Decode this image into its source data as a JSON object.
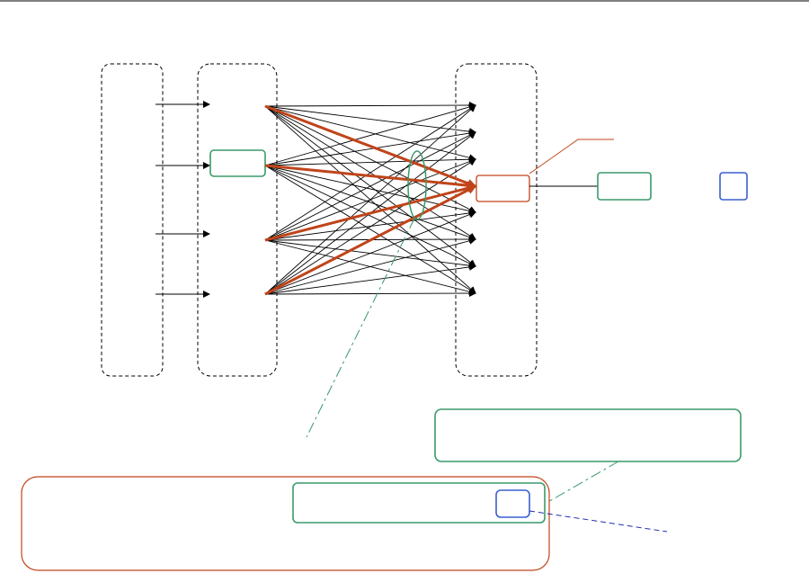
{
  "colors": {
    "accent": "#c0441a",
    "green": "#3a9a6a",
    "blue": "#3a5fd0",
    "dashed_group": "#000000"
  },
  "diagram": {
    "kind": "neural-network-style connection graph",
    "layers": [
      {
        "id": "input-column",
        "nodes": 4
      },
      {
        "id": "hidden-column",
        "nodes": 4
      },
      {
        "id": "output-column",
        "nodes": 8
      }
    ],
    "highlighted_target_node": 4,
    "text_labels": []
  }
}
